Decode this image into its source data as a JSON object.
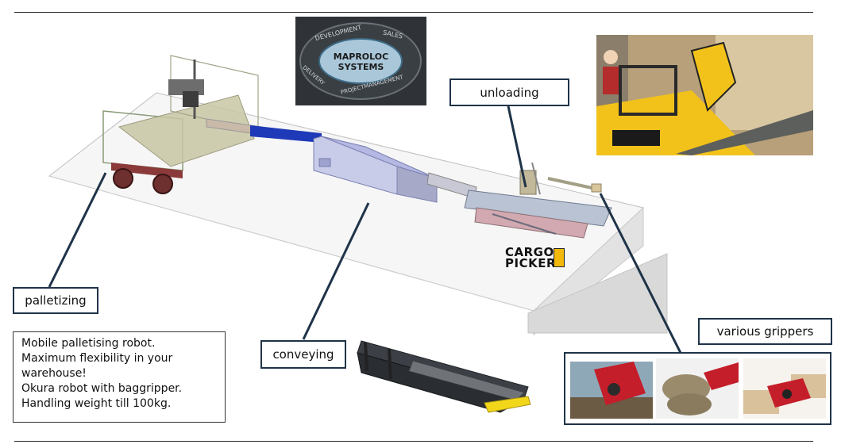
{
  "logo": {
    "ring_top": "DEVELOPMENT",
    "ring_top_right": "SALES",
    "ring_left": "DELIVERY",
    "ring_bottom": "PROJECTMANAGEMENT",
    "center_line1": "MAPROLOC",
    "center_line2": "SYSTEMS"
  },
  "brand": {
    "line1": "CARGO",
    "line2": "PICKER"
  },
  "labels": {
    "unloading": "unloading",
    "palletizing": "palletizing",
    "conveying": "conveying",
    "various_grippers": "various grippers"
  },
  "description": {
    "lines": [
      "Mobile palletising robot.",
      "Maximum flexibility in your",
      "warehouse!",
      "Okura robot with baggripper.",
      "Handling weight till 100kg."
    ]
  },
  "colors": {
    "frame": "#1f3349",
    "conveyor_blue": "#1f3ab8",
    "machine_yellow": "#f2b90a",
    "gripper_red": "#c41e2a",
    "logo_ellipse": "#a9c7d9"
  }
}
